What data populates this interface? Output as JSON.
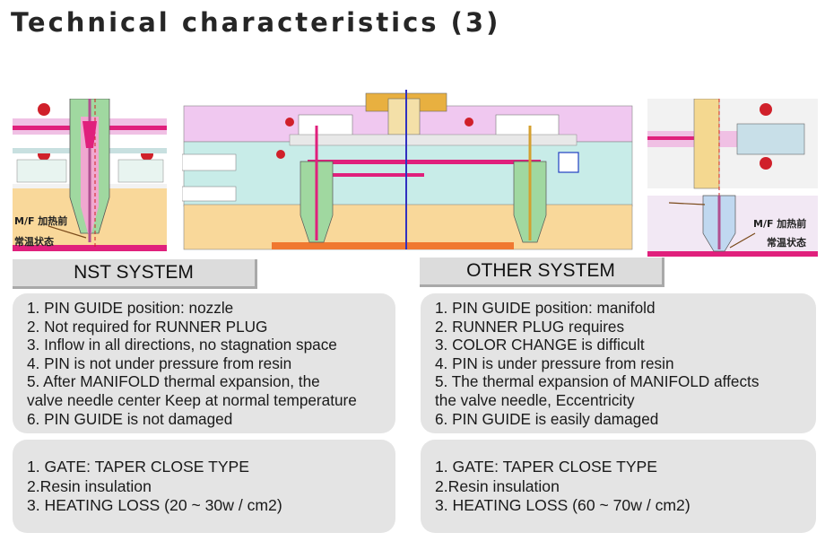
{
  "title": "Technical characteristics (3)",
  "diagram_labels": {
    "mf_before_heat": "M/F 加热前",
    "room_temp": "常温状态"
  },
  "nst": {
    "label": "NST SYSTEM",
    "points": [
      "1. PIN GUIDE position: nozzle",
      "2. Not required for RUNNER PLUG",
      "3. Inflow in all directions, no stagnation space",
      "4. PIN is not under pressure from resin",
      "5. After MANIFOLD thermal expansion, the",
      "valve needle center  Keep at normal temperature",
      "6. PIN GUIDE is not damaged"
    ],
    "specs": [
      "1. GATE: TAPER CLOSE TYPE",
      "2.Resin insulation",
      "3. HEATING LOSS (20 ~ 30w / cm2)"
    ]
  },
  "other": {
    "label": "OTHER SYSTEM",
    "points": [
      "1. PIN GUIDE position: manifold",
      "2. RUNNER PLUG requires",
      "3. COLOR CHANGE is difficult",
      "4. PIN is under pressure from resin",
      "5. The thermal expansion of MANIFOLD affects",
      "the valve needle, Eccentricity",
      "6. PIN GUIDE is easily damaged"
    ],
    "specs": [
      "1. GATE: TAPER CLOSE TYPE",
      "2.Resin insulation",
      "3. HEATING LOSS (60 ~ 70w / cm2)"
    ]
  }
}
